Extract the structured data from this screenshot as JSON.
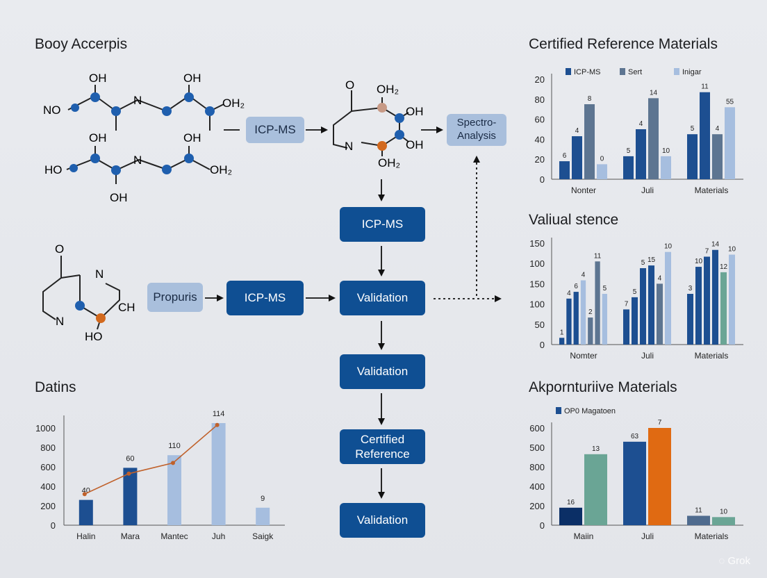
{
  "titles": {
    "top_left": "Booy Accerpis",
    "bottom_left": "Datins",
    "right_1": "Certified Reference Materials",
    "right_2": "Valiual stence",
    "right_3": "Akpornturiive Materials"
  },
  "molecules": {
    "chain_top": {
      "oh_a": "OH",
      "oh_b": "OH",
      "n": "N",
      "no": "NO",
      "oh2": "OH₂"
    },
    "chain_bottom": {
      "oh_a": "OH",
      "oh_b": "OH",
      "n": "N",
      "ho": "HO",
      "oh2": "OH₂",
      "oh_c": "OH"
    },
    "ring_mid": {
      "o": "O",
      "oh2_top": "OH₂",
      "oh_1": "OH",
      "oh_2": "OH",
      "n": "N",
      "oh2_bottom": "OH₂"
    },
    "ring_left": {
      "o": "O",
      "n_top": "N",
      "n_bottom": "N",
      "ch": "CH",
      "ho": "HO"
    }
  },
  "flow": {
    "icpms_top": "ICP-MS",
    "spectro": "Spectro-\nAnalysis",
    "icpms_mid": "ICP-MS",
    "propuris": "Propuris",
    "icpms_left": "ICP-MS",
    "validation_1": "Validation",
    "validation_2": "Validation",
    "certified": "Certified\nReference",
    "validation_3": "Validation"
  },
  "chart_data": [
    {
      "type": "bar",
      "categories": [
        "Nonter",
        "Juli",
        "Materials"
      ],
      "legend": [
        "ICP-MS",
        "Sert",
        "Inigar"
      ],
      "legend_position": "top",
      "yticks": [
        0,
        20,
        40,
        60,
        80,
        20
      ],
      "ylim": [
        0,
        100
      ],
      "colors": [
        "#1d4f91",
        "#5d7591",
        "#a6bedf"
      ],
      "groups": [
        {
          "category": "Nonter",
          "bars": [
            {
              "value": 18,
              "series": 0,
              "label": "6"
            },
            {
              "value": 43,
              "series": 0,
              "label": "4"
            },
            {
              "value": 75,
              "series": 1,
              "label": "8"
            },
            {
              "value": 15,
              "series": 2,
              "label": "0"
            }
          ]
        },
        {
          "category": "Juli",
          "bars": [
            {
              "value": 23,
              "series": 0,
              "label": "5"
            },
            {
              "value": 50,
              "series": 0,
              "label": "4"
            },
            {
              "value": 81,
              "series": 1,
              "label": "14"
            },
            {
              "value": 23,
              "series": 2,
              "label": "10"
            }
          ]
        },
        {
          "category": "Materials",
          "bars": [
            {
              "value": 45,
              "series": 0,
              "label": "5"
            },
            {
              "value": 87,
              "series": 0,
              "label": "11"
            },
            {
              "value": 45,
              "series": 1,
              "label": "4"
            },
            {
              "value": 72,
              "series": 2,
              "label": "55"
            }
          ]
        }
      ]
    },
    {
      "type": "bar",
      "categories": [
        "Nomter",
        "Juli",
        "Materials"
      ],
      "yticks": [
        0,
        50,
        100,
        150,
        100,
        150
      ],
      "ylim": [
        0,
        150
      ],
      "colors": [
        "#1d4f91",
        "#5d7591",
        "#a6bedf",
        "#6aa595"
      ],
      "groups": [
        {
          "category": "Nomter",
          "bars": [
            {
              "value": 10,
              "series": 0,
              "label": "1"
            },
            {
              "value": 68,
              "series": 0,
              "label": "4"
            },
            {
              "value": 78,
              "series": 0,
              "label": "6"
            },
            {
              "value": 95,
              "series": 2,
              "label": "4"
            },
            {
              "value": 40,
              "series": 1,
              "label": "2"
            },
            {
              "value": 123,
              "series": 1,
              "label": "11"
            },
            {
              "value": 75,
              "series": 2,
              "label": "5"
            }
          ]
        },
        {
          "category": "Juli",
          "bars": [
            {
              "value": 52,
              "series": 0,
              "label": "7"
            },
            {
              "value": 70,
              "series": 0,
              "label": "5"
            },
            {
              "value": 113,
              "series": 0,
              "label": "5"
            },
            {
              "value": 117,
              "series": 0,
              "label": "15"
            },
            {
              "value": 90,
              "series": 1,
              "label": "4"
            },
            {
              "value": 137,
              "series": 2,
              "label": "10"
            }
          ]
        },
        {
          "category": "Materials",
          "bars": [
            {
              "value": 75,
              "series": 0,
              "label": "3"
            },
            {
              "value": 115,
              "series": 0,
              "label": "10"
            },
            {
              "value": 130,
              "series": 0,
              "label": "7"
            },
            {
              "value": 140,
              "series": 0,
              "label": "14"
            },
            {
              "value": 107,
              "series": 3,
              "label": "12"
            },
            {
              "value": 133,
              "series": 2,
              "label": "10"
            }
          ]
        }
      ]
    },
    {
      "type": "bar",
      "categories": [
        "Maiin",
        "Juli",
        "Materials"
      ],
      "legend": [
        "OP0 Magatoen"
      ],
      "legend_position": "top-left",
      "yticks": [
        0,
        200,
        400,
        800,
        500,
        600
      ],
      "ylim": [
        0,
        600
      ],
      "colors": [
        "#1d4f91",
        "#6aa595",
        "#e06a12",
        "#0b2f66",
        "#4f6b8e"
      ],
      "groups": [
        {
          "category": "Maiin",
          "bars": [
            {
              "value": 108,
              "series": 3,
              "label": "16"
            },
            {
              "value": 438,
              "series": 1,
              "label": "13"
            }
          ]
        },
        {
          "category": "Juli",
          "bars": [
            {
              "value": 515,
              "series": 0,
              "label": "63"
            },
            {
              "value": 625,
              "series": 2,
              "label": "7"
            }
          ]
        },
        {
          "category": "Materials",
          "bars": [
            {
              "value": 58,
              "series": 4,
              "label": "11"
            },
            {
              "value": 50,
              "series": 1,
              "label": "10"
            }
          ]
        }
      ]
    },
    {
      "type": "bar",
      "categories": [
        "Halin",
        "Mara",
        "Mantec",
        "Juh",
        "Saigk"
      ],
      "values": [
        260,
        590,
        720,
        1050,
        180
      ],
      "bar_labels": [
        "40",
        "60",
        "110",
        "114",
        "9"
      ],
      "bar_colors": [
        "#1d4f91",
        "#1d4f91",
        "#a6bedf",
        "#a6bedf",
        "#a6bedf"
      ],
      "line": {
        "color": "#c0612b",
        "values": [
          320,
          530,
          640,
          1030
        ]
      },
      "yticks": [
        0,
        200,
        400,
        600,
        800,
        1000
      ],
      "ylim": [
        0,
        1100
      ]
    }
  ],
  "watermark": "Grok"
}
